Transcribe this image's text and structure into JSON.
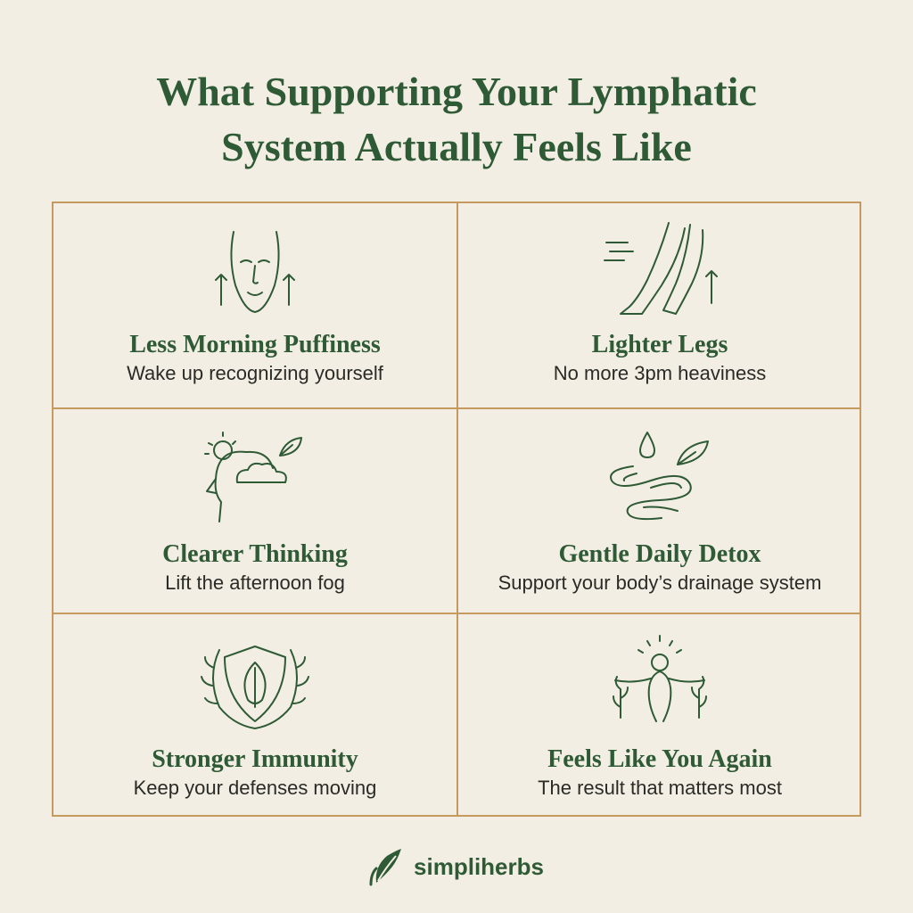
{
  "title": {
    "line1": "What Supporting Your Lymphatic",
    "line2": "System Actually Feels Like"
  },
  "benefits": [
    {
      "icon": "face-lift-icon",
      "title": "Less Morning Puffiness",
      "subtitle": "Wake up recognizing yourself"
    },
    {
      "icon": "legs-icon",
      "title": "Lighter Legs",
      "subtitle": "No more 3pm heaviness"
    },
    {
      "icon": "clear-mind-icon",
      "title": "Clearer Thinking",
      "subtitle": "Lift the afternoon fog"
    },
    {
      "icon": "flow-drop-icon",
      "title": "Gentle Daily Detox",
      "subtitle": "Support your body’s drainage system"
    },
    {
      "icon": "shield-leaf-icon",
      "title": "Stronger Immunity",
      "subtitle": "Keep your defenses moving"
    },
    {
      "icon": "radiant-figure-icon",
      "title": "Feels Like You Again",
      "subtitle": "The result that matters most"
    }
  ],
  "brand": {
    "name": "simpliherbs",
    "icon": "leaf-logo-icon"
  },
  "colors": {
    "background": "#f3eee3",
    "green": "#2f5a36",
    "border": "#c49a5f"
  }
}
